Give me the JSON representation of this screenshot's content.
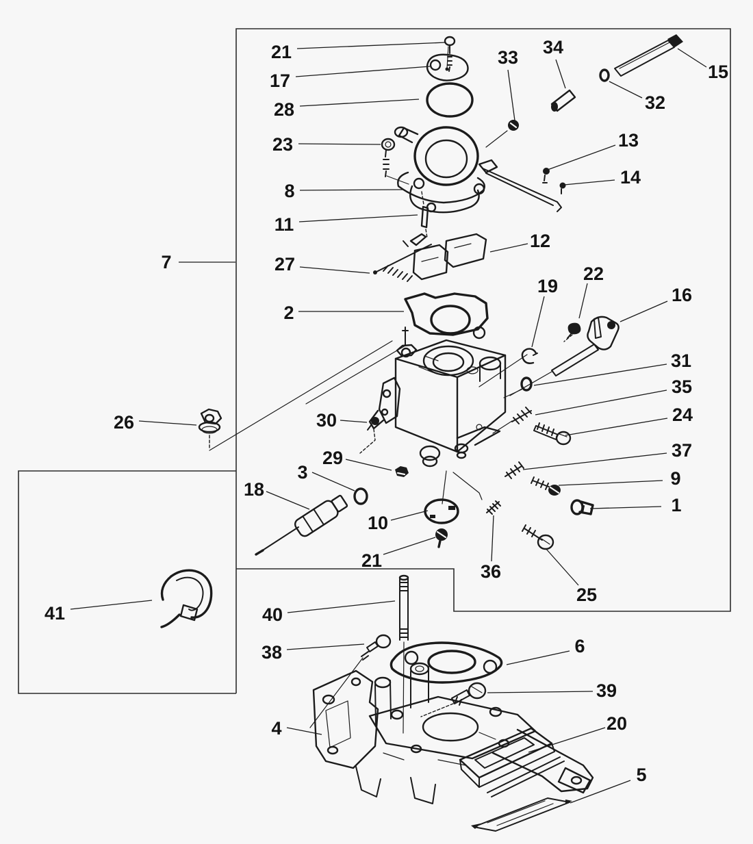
{
  "figure": {
    "type": "exploded-parts-diagram",
    "subject": "carburetor and intake manifold assembly",
    "background_color": "#f7f7f7",
    "line_color": "#1b1b1b",
    "label_color": "#141414",
    "label_font_size": 27
  },
  "groups": [
    {
      "name": "carburetor-assembly-box",
      "callout_ref": "7"
    },
    {
      "name": "cable-tie-box",
      "callout_ref": "41"
    }
  ],
  "callouts": [
    {
      "n": "21",
      "label": [
        411,
        76
      ],
      "leader": [
        [
          434,
          71
        ],
        [
          651,
          62
        ]
      ]
    },
    {
      "n": "17",
      "label": [
        409,
        118
      ],
      "leader": [
        [
          432,
          112
        ],
        [
          628,
          97
        ]
      ]
    },
    {
      "n": "28",
      "label": [
        415,
        160
      ],
      "leader": [
        [
          438,
          155
        ],
        [
          612,
          145
        ]
      ]
    },
    {
      "n": "23",
      "label": [
        413,
        211
      ],
      "leader": [
        [
          436,
          210
        ],
        [
          556,
          211
        ]
      ]
    },
    {
      "n": "8",
      "label": [
        423,
        279
      ],
      "leader": [
        [
          438,
          278
        ],
        [
          588,
          277
        ]
      ]
    },
    {
      "n": "11",
      "label": [
        415,
        328
      ],
      "leader": [
        [
          437,
          324
        ],
        [
          610,
          314
        ]
      ]
    },
    {
      "n": "7",
      "label": [
        243,
        383
      ],
      "leader": [
        [
          261,
          383
        ],
        [
          344,
          383
        ]
      ]
    },
    {
      "n": "27",
      "label": [
        416,
        386
      ],
      "leader": [
        [
          438,
          390
        ],
        [
          540,
          399
        ]
      ]
    },
    {
      "n": "2",
      "label": [
        422,
        457
      ],
      "leader": [
        [
          436,
          455
        ],
        [
          590,
          455
        ]
      ]
    },
    {
      "n": "33",
      "label": [
        742,
        84
      ],
      "leader": [
        [
          742,
          102
        ],
        [
          752,
          176
        ]
      ]
    },
    {
      "n": "34",
      "label": [
        808,
        69
      ],
      "leader": [
        [
          812,
          87
        ],
        [
          826,
          129
        ]
      ]
    },
    {
      "n": "15",
      "label": [
        1049,
        105
      ],
      "leader": [
        [
          1032,
          98
        ],
        [
          990,
          71
        ]
      ]
    },
    {
      "n": "32",
      "label": [
        957,
        150
      ],
      "leader": [
        [
          938,
          143
        ],
        [
          890,
          119
        ]
      ]
    },
    {
      "n": "13",
      "label": [
        918,
        205
      ],
      "leader": [
        [
          899,
          212
        ],
        [
          800,
          248
        ]
      ]
    },
    {
      "n": "14",
      "label": [
        921,
        259
      ],
      "leader": [
        [
          898,
          263
        ],
        [
          824,
          270
        ]
      ]
    },
    {
      "n": "12",
      "label": [
        789,
        352
      ],
      "leader": [
        [
          771,
          356
        ],
        [
          716,
          368
        ]
      ]
    },
    {
      "n": "19",
      "label": [
        800,
        418
      ],
      "leader": [
        [
          795,
          433
        ],
        [
          777,
          507
        ]
      ]
    },
    {
      "n": "22",
      "label": [
        867,
        400
      ],
      "leader": [
        [
          858,
          414
        ],
        [
          846,
          465
        ]
      ]
    },
    {
      "n": "16",
      "label": [
        996,
        431
      ],
      "leader": [
        [
          975,
          440
        ],
        [
          906,
          470
        ]
      ]
    },
    {
      "n": "31",
      "label": [
        995,
        527
      ],
      "leader": [
        [
          974,
          532
        ],
        [
          780,
          563
        ]
      ]
    },
    {
      "n": "35",
      "label": [
        996,
        565
      ],
      "leader": [
        [
          974,
          570
        ],
        [
          782,
          606
        ]
      ]
    },
    {
      "n": "24",
      "label": [
        997,
        606
      ],
      "leader": [
        [
          975,
          611
        ],
        [
          826,
          636
        ]
      ]
    },
    {
      "n": "37",
      "label": [
        996,
        658
      ],
      "leader": [
        [
          974,
          662
        ],
        [
          764,
          686
        ]
      ]
    },
    {
      "n": "9",
      "label": [
        987,
        699
      ],
      "leader": [
        [
          968,
          702
        ],
        [
          816,
          709
        ]
      ]
    },
    {
      "n": "1",
      "label": [
        988,
        738
      ],
      "leader": [
        [
          966,
          740
        ],
        [
          862,
          743
        ]
      ]
    },
    {
      "n": "26",
      "label": [
        181,
        617
      ],
      "leader": [
        [
          203,
          615
        ],
        [
          287,
          621
        ]
      ]
    },
    {
      "n": "30",
      "label": [
        477,
        614
      ],
      "leader": [
        [
          497,
          614
        ],
        [
          536,
          617
        ]
      ]
    },
    {
      "n": "29",
      "label": [
        486,
        669
      ],
      "leader": [
        [
          505,
          671
        ],
        [
          572,
          687
        ]
      ]
    },
    {
      "n": "3",
      "label": [
        442,
        690
      ],
      "leader": [
        [
          456,
          690
        ],
        [
          518,
          717
        ]
      ]
    },
    {
      "n": "18",
      "label": [
        371,
        715
      ],
      "leader": [
        [
          389,
          718
        ],
        [
          452,
          744
        ]
      ]
    },
    {
      "n": "10",
      "label": [
        552,
        764
      ],
      "leader": [
        [
          571,
          760
        ],
        [
          625,
          746
        ]
      ]
    },
    {
      "n": "21",
      "label": [
        543,
        819
      ],
      "leader": [
        [
          560,
          810
        ],
        [
          636,
          785
        ]
      ]
    },
    {
      "n": "36",
      "label": [
        717,
        835
      ],
      "leader": [
        [
          718,
          820
        ],
        [
          721,
          753
        ]
      ]
    },
    {
      "n": "25",
      "label": [
        857,
        869
      ],
      "leader": [
        [
          845,
          855
        ],
        [
          797,
          801
        ]
      ]
    },
    {
      "n": "41",
      "label": [
        80,
        896
      ],
      "leader": [
        [
          103,
          890
        ],
        [
          222,
          877
        ]
      ]
    },
    {
      "n": "40",
      "label": [
        398,
        898
      ],
      "leader": [
        [
          420,
          895
        ],
        [
          577,
          878
        ]
      ]
    },
    {
      "n": "38",
      "label": [
        397,
        953
      ],
      "leader": [
        [
          419,
          949
        ],
        [
          532,
          941
        ]
      ]
    },
    {
      "n": "6",
      "label": [
        847,
        944
      ],
      "leader": [
        [
          832,
          951
        ],
        [
          740,
          971
        ]
      ]
    },
    {
      "n": "39",
      "label": [
        886,
        1009
      ],
      "leader": [
        [
          866,
          1010
        ],
        [
          712,
          1012
        ]
      ]
    },
    {
      "n": "20",
      "label": [
        901,
        1057
      ],
      "leader": [
        [
          884,
          1063
        ],
        [
          772,
          1099
        ]
      ]
    },
    {
      "n": "4",
      "label": [
        404,
        1064
      ],
      "leader": [
        [
          419,
          1063
        ],
        [
          470,
          1073
        ]
      ]
    },
    {
      "n": "5",
      "label": [
        937,
        1132
      ],
      "leader": [
        [
          921,
          1140
        ],
        [
          833,
          1173
        ]
      ]
    }
  ]
}
